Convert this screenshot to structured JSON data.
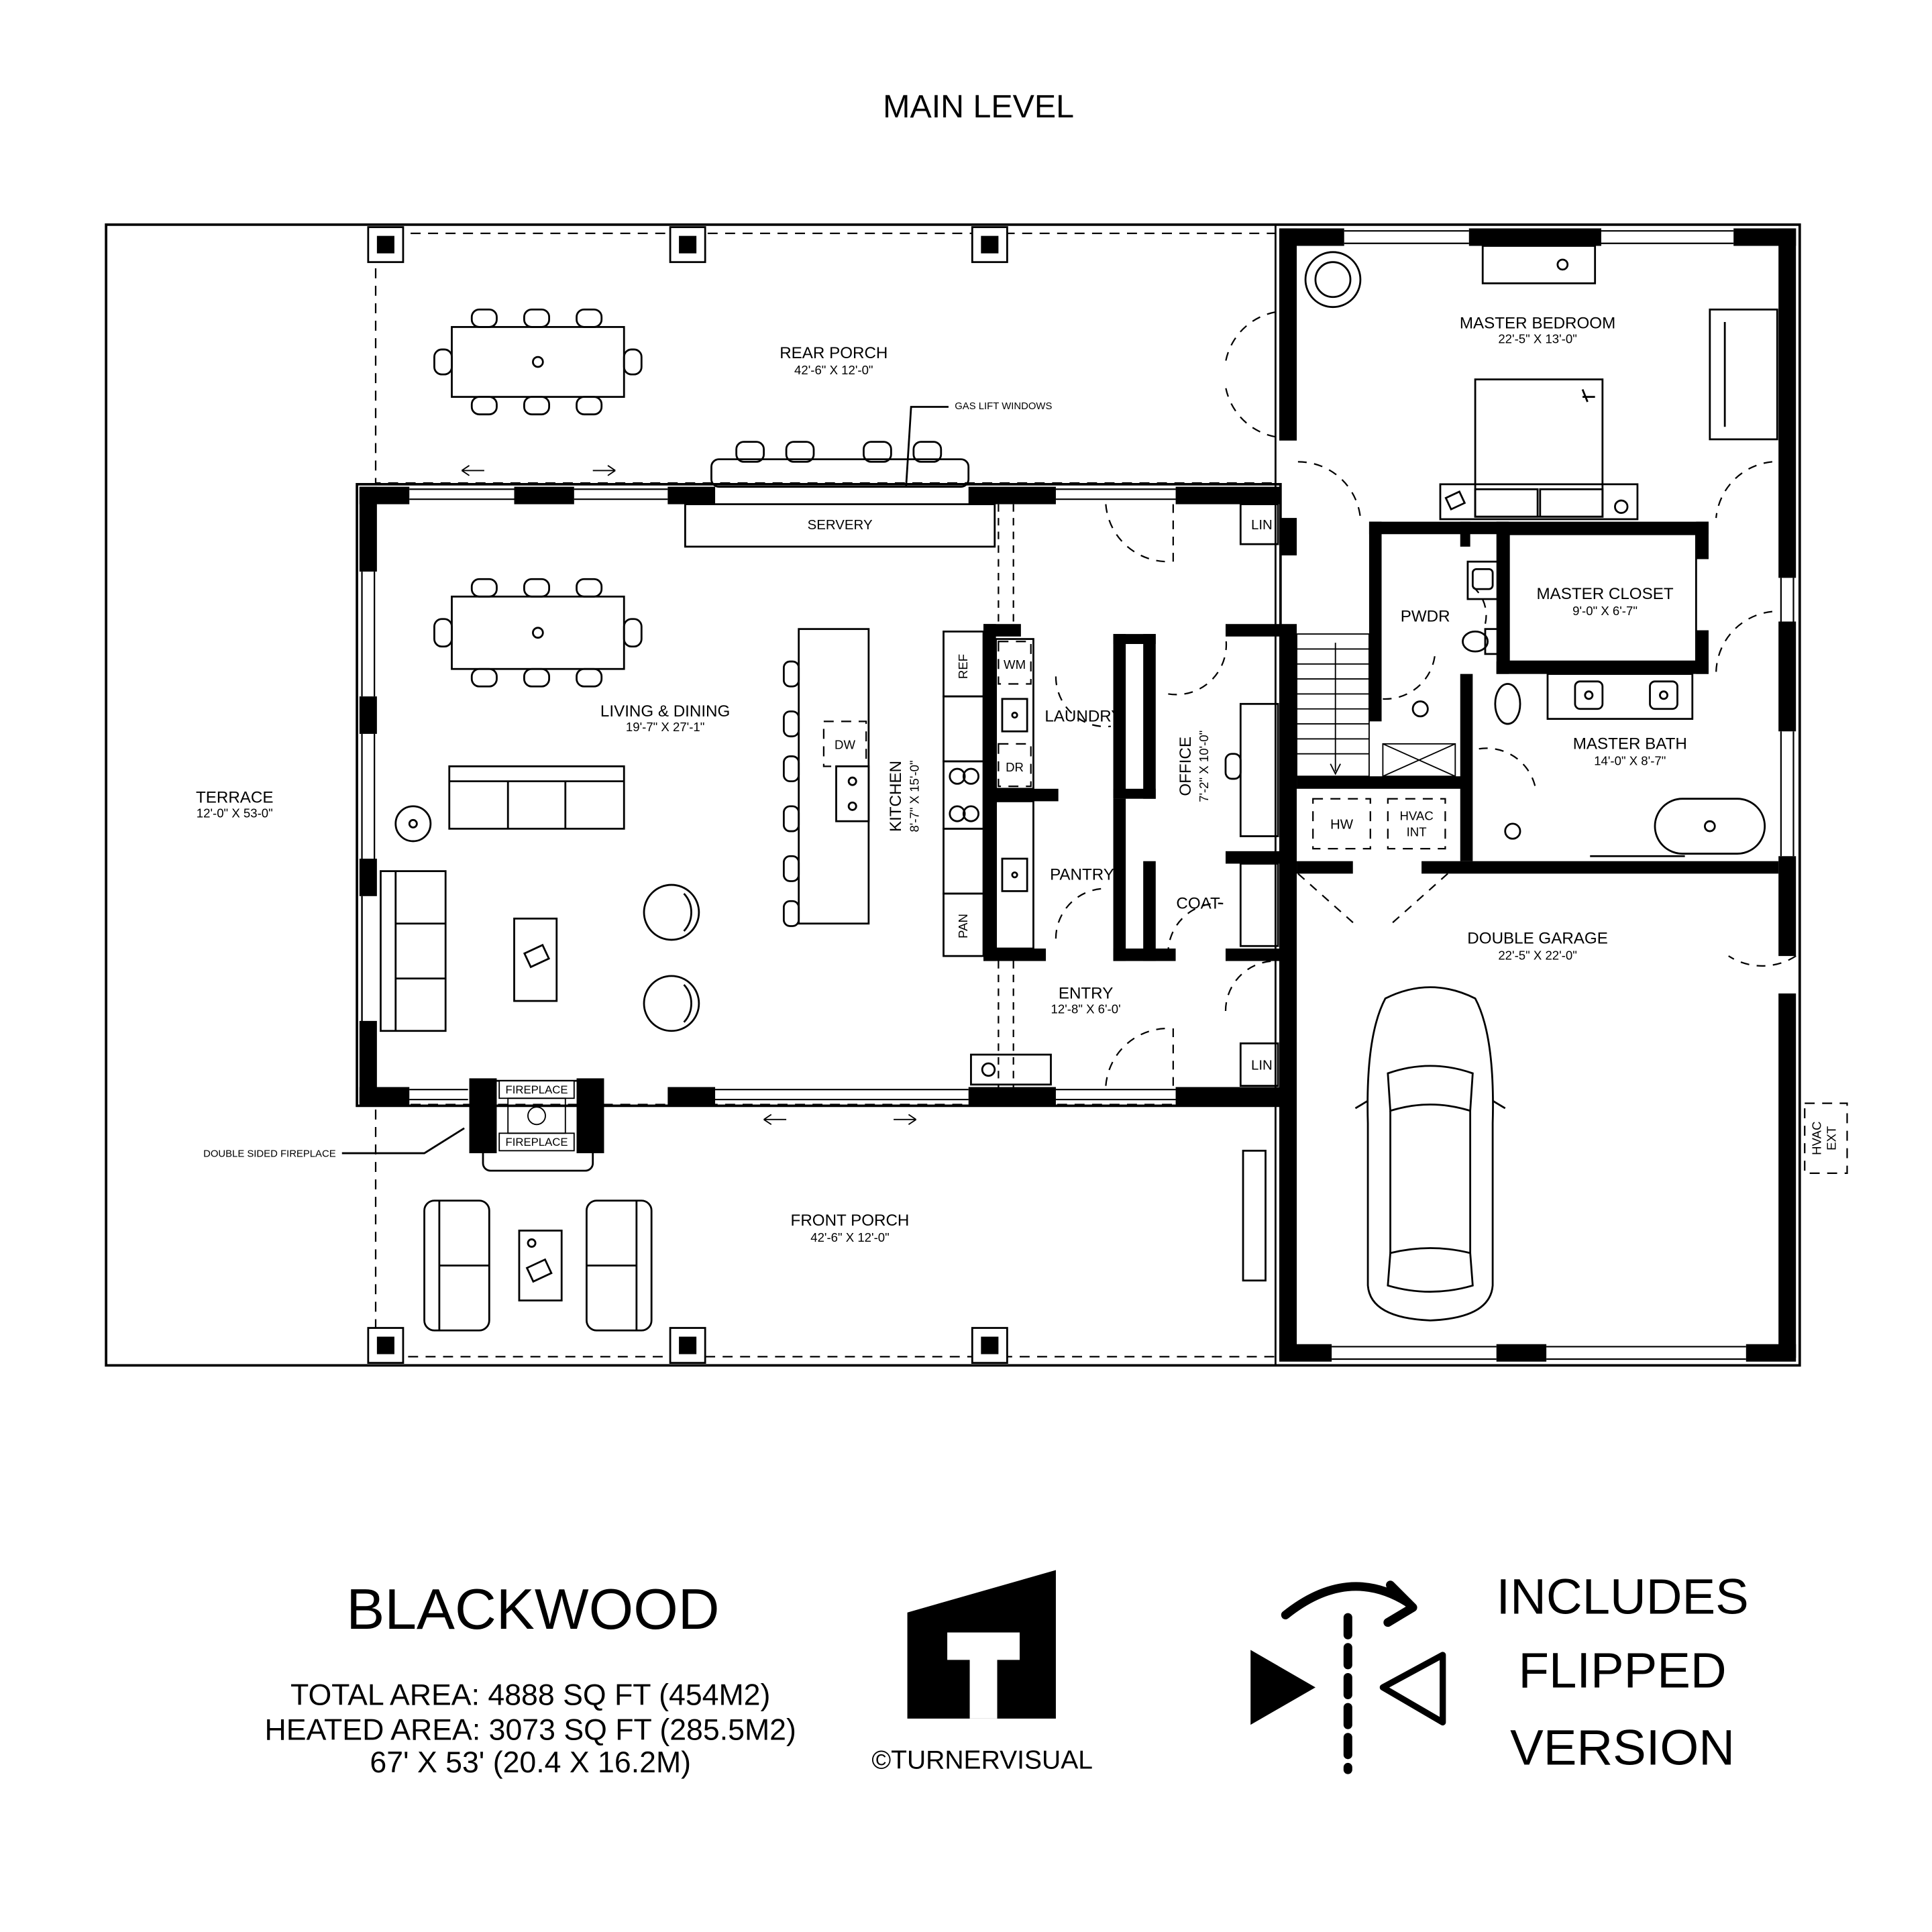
{
  "plan": {
    "title": "MAIN LEVEL",
    "rooms": {
      "rear_porch": {
        "name": "REAR PORCH",
        "size": "42'-6\" X 12'-0\""
      },
      "terrace": {
        "name": "TERRACE",
        "size": "12'-0\" X 53-0\""
      },
      "living_dining": {
        "name": "LIVING & DINING",
        "size": "19'-7\" X 27'-1\""
      },
      "kitchen": {
        "name": "KITCHEN",
        "size": "8'-7\" X 15'-0\""
      },
      "laundry": {
        "name": "LAUNDRY"
      },
      "pantry": {
        "name": "PANTRY"
      },
      "office": {
        "name": "OFFICE",
        "size": "7'-2\" X 10'-0\""
      },
      "coat": {
        "name": "COAT"
      },
      "entry": {
        "name": "ENTRY",
        "size": "12'-8\" X 6'-0'"
      },
      "front_porch": {
        "name": "FRONT PORCH",
        "size": "42'-6\" X 12'-0\""
      },
      "master_bedroom": {
        "name": "MASTER BEDROOM",
        "size": "22'-5\" X 13'-0\""
      },
      "master_closet": {
        "name": "MASTER CLOSET",
        "size": "9'-0\" X 6'-7\""
      },
      "master_bath": {
        "name": "MASTER BATH",
        "size": "14'-0\" X 8'-7\""
      },
      "pwdr": {
        "name": "PWDR"
      },
      "double_garage": {
        "name": "DOUBLE GARAGE",
        "size": "22'-5\" X 22'-0\""
      }
    },
    "fixtures": {
      "servery": "SERVERY",
      "ref": "REF",
      "pan": "PAN",
      "dw": "DW",
      "wm": "WM",
      "dr": "DR",
      "lin_top": "LIN",
      "lin_bottom": "LIN",
      "hw": "HW",
      "hvac_int_1": "HVAC",
      "hvac_int_2": "INT",
      "hvac_ext_1": "HVAC",
      "hvac_ext_2": "EXT",
      "fireplace_top": "FIREPLACE",
      "fireplace_bottom": "FIREPLACE"
    },
    "callouts": {
      "gas_lift_windows": "GAS LIFT WINDOWS",
      "double_sided_fireplace": "DOUBLE SIDED FIREPLACE"
    }
  },
  "info": {
    "name": "BLACKWOOD",
    "total_area": "TOTAL AREA: 4888 SQ FT (454M2)",
    "heated_area": "HEATED AREA: 3073 SQ FT (285.5M2)",
    "dimensions": "67' X 53' (20.4 X 16.2M)",
    "brand": "©TURNERVISUAL",
    "flipped_1": "INCLUDES",
    "flipped_2": "FLIPPED",
    "flipped_3": "VERSION"
  }
}
